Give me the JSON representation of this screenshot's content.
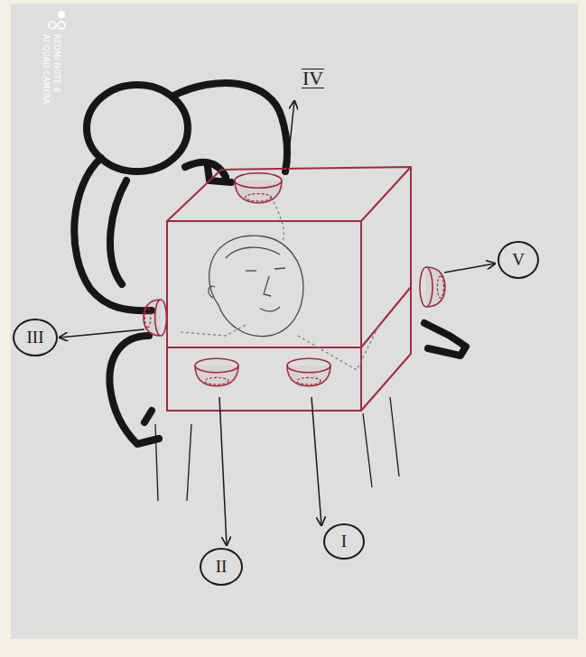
{
  "diagram": {
    "nodes": [
      {
        "text": [
          "V"
        ]
      },
      {
        "text": [
          "III"
        ]
      },
      {
        "text": [
          "I"
        ]
      },
      {
        "text": [
          "II"
        ]
      }
    ],
    "labels": [
      "IV",
      "REDMI NOTE 8",
      "AI QUAD CAMERA"
    ]
  }
}
